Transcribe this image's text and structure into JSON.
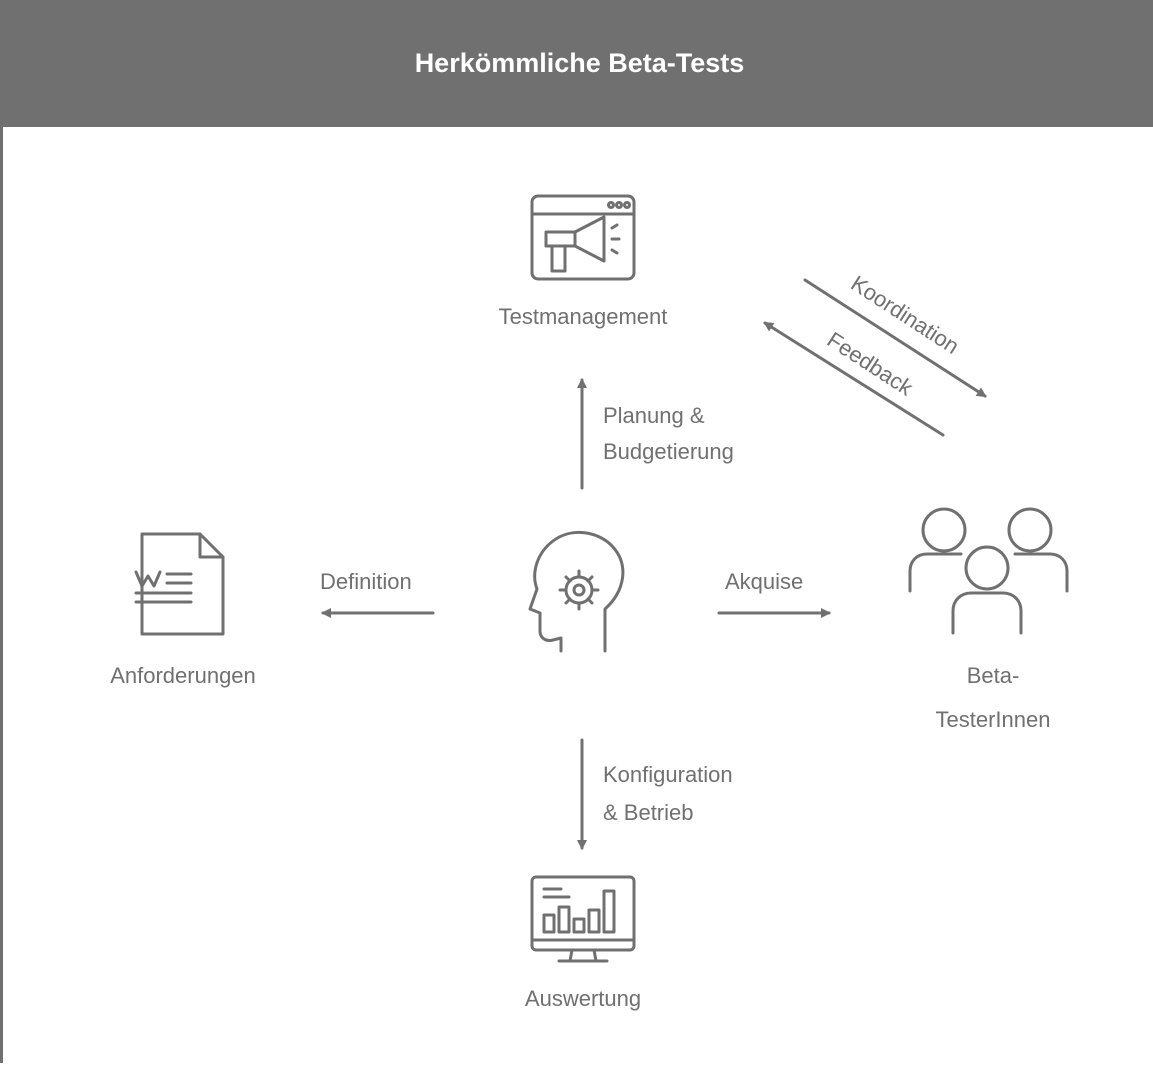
{
  "header": {
    "title": "Herkömmliche Beta-Tests"
  },
  "colors": {
    "header_bg": "#707070",
    "header_text": "#ffffff",
    "line": "#707070",
    "text": "#707070"
  },
  "nodes": {
    "testmanagement": {
      "label": "Testmanagement",
      "icon": "megaphone-browser-icon"
    },
    "anforderungen": {
      "label": "Anforderungen",
      "icon": "word-document-icon"
    },
    "center": {
      "icon": "head-gear-icon"
    },
    "beta_testers": {
      "label_line1": "Beta-",
      "label_line2": "TesterInnen",
      "icon": "user-group-icon"
    },
    "auswertung": {
      "label": "Auswertung",
      "icon": "monitor-bar-chart-icon"
    }
  },
  "edges": {
    "planung": {
      "line1": "Planung &",
      "line2": "Budgetierung"
    },
    "definition": {
      "label": "Definition"
    },
    "akquise": {
      "label": "Akquise"
    },
    "konfiguration": {
      "line1": "Konfiguration",
      "line2": "& Betrieb"
    },
    "koordination": {
      "label": "Koordination"
    },
    "feedback": {
      "label": "Feedback"
    }
  }
}
